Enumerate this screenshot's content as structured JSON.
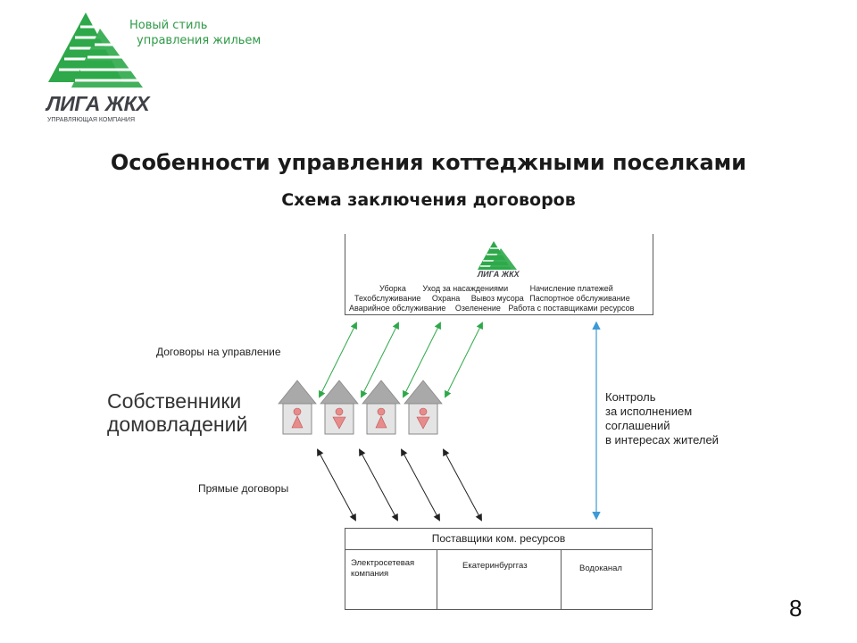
{
  "header": {
    "slogan_line1": "Новый стиль",
    "slogan_line2": "управления жильем",
    "logo_name": "ЛИГА ЖКХ",
    "logo_sub": "УПРАВЛЯЮЩАЯ КОМПАНИЯ"
  },
  "title": "Особенности управления коттеджными поселками",
  "subtitle": "Схема заключения договоров",
  "company_box": {
    "logo_name": "ЛИГА ЖКХ",
    "services": [
      [
        "Уборка",
        "Уход за насаждениями",
        "Начисление платежей"
      ],
      [
        "Техобслуживание",
        "Охрана",
        "Вывоз мусора",
        "Паспортное обслуживание"
      ],
      [
        "Аварийное обслуживание",
        "Озеленение",
        "Работа с поставщиками ресурсов"
      ]
    ]
  },
  "labels": {
    "management_contracts": "Договоры на управление",
    "direct_contracts": "Прямые договоры",
    "owners_line1": "Собственники",
    "owners_line2": "домовладений",
    "control": [
      "Контроль",
      "за исполнением",
      "соглашений",
      "в интересах жителей"
    ]
  },
  "suppliers": {
    "header": "Поставщики ком. ресурсов",
    "items": [
      "Электросетевая компания",
      "Екатеринбурггаз",
      "Водоканал"
    ]
  },
  "page_number": "8",
  "colors": {
    "green_arrow": "#2ea84a",
    "blue_arrow": "#3d9ad6",
    "house_roof": "#a9a9a9",
    "figure_pink": "#e88b8b"
  }
}
